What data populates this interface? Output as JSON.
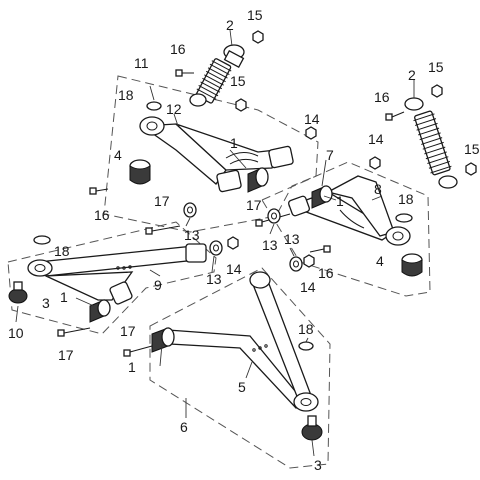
{
  "callouts": {
    "c1a": "1",
    "c1b": "1",
    "c1c": "1",
    "c1d": "1",
    "c2a": "2",
    "c2b": "2",
    "c3a": "3",
    "c3b": "3",
    "c4a": "4",
    "c4b": "4",
    "c5": "5",
    "c6": "6",
    "c7": "7",
    "c8": "8",
    "c9": "9",
    "c10": "10",
    "c11": "11",
    "c12": "12",
    "c13a": "13",
    "c13b": "13",
    "c13c": "13",
    "c13d": "13",
    "c14a": "14",
    "c14b": "14",
    "c14c": "14",
    "c14d": "14",
    "c15a": "15",
    "c15b": "15",
    "c15c": "15",
    "c15d": "15",
    "c16a": "16",
    "c16b": "16",
    "c16c": "16",
    "c16d": "16",
    "c17a": "17",
    "c17b": "17",
    "c17c": "17",
    "c17d": "17",
    "c18a": "18",
    "c18b": "18",
    "c18c": "18",
    "c18d": "18"
  }
}
